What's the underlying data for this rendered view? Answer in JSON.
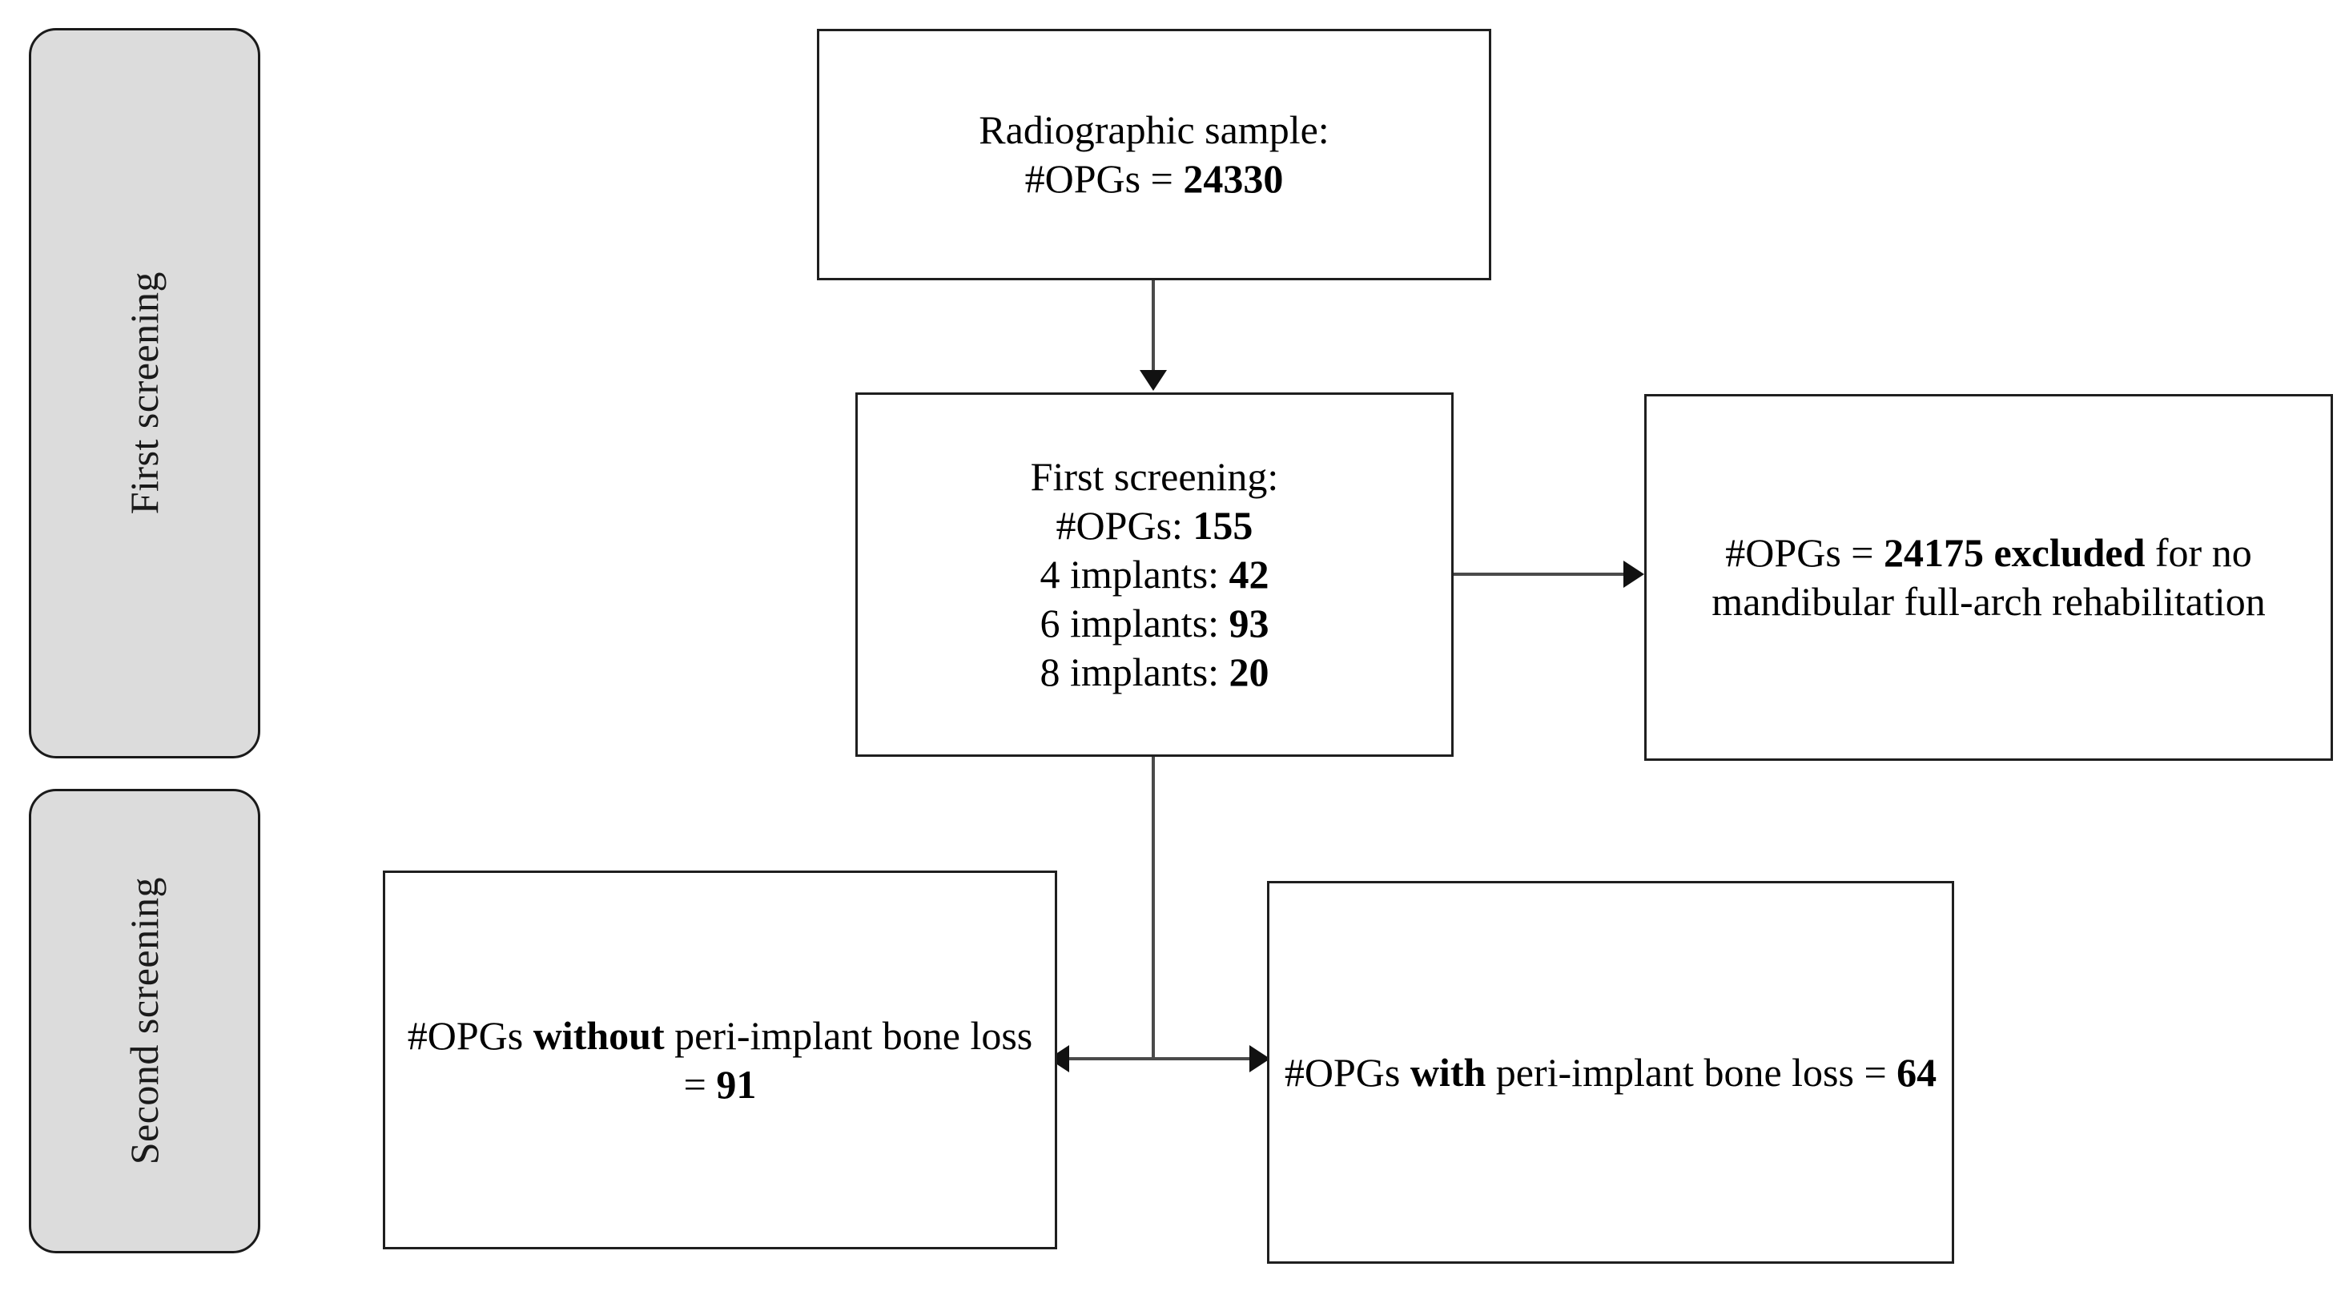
{
  "diagram": {
    "type": "flowchart",
    "title": "Radiographic sample screening flowchart",
    "stages": [
      {
        "id": "first-screening",
        "label": "First screening"
      },
      {
        "id": "second-screening",
        "label": "Second screening"
      }
    ],
    "boxes": {
      "radiographic_sample": {
        "line1": "Radiographic sample:",
        "line2_prefix": "#OPGs = ",
        "line2_value": "24330"
      },
      "first_screening": {
        "line1": "First screening:",
        "line2_prefix": "#OPGs: ",
        "line2_value": "155",
        "line3_prefix": "4 implants: ",
        "line3_value": "42",
        "line4_prefix": "6 implants: ",
        "line4_value": "93",
        "line5_prefix": "8 implants: ",
        "line5_value": "20"
      },
      "excluded": {
        "prefix": "#OPGs = ",
        "value": "24175 excluded",
        "suffix": " for no mandibular full-arch rehabilitation"
      },
      "without_bone_loss": {
        "prefix": "#OPGs ",
        "emphasis": "without",
        "middle": " peri-implant bone loss = ",
        "value": "91"
      },
      "with_bone_loss": {
        "prefix": "#OPGs ",
        "emphasis": "with",
        "middle": " peri-implant bone loss = ",
        "value": "64"
      }
    },
    "connectors": [
      {
        "id": "sample-to-first-screening",
        "kind": "arrow-down"
      },
      {
        "id": "first-screening-to-excluded",
        "kind": "arrow-right"
      },
      {
        "id": "first-screening-to-outcomes",
        "kind": "arrow-bidirectional"
      }
    ],
    "colors": {
      "stage_tab_fill": "#dcdcdc",
      "stage_tab_border": "#1a1a1a",
      "box_border": "#1f1f1f",
      "box_fill": "#ffffff",
      "connector": "#4a4a4a",
      "arrowhead": "#111111",
      "text": "#000000"
    }
  }
}
